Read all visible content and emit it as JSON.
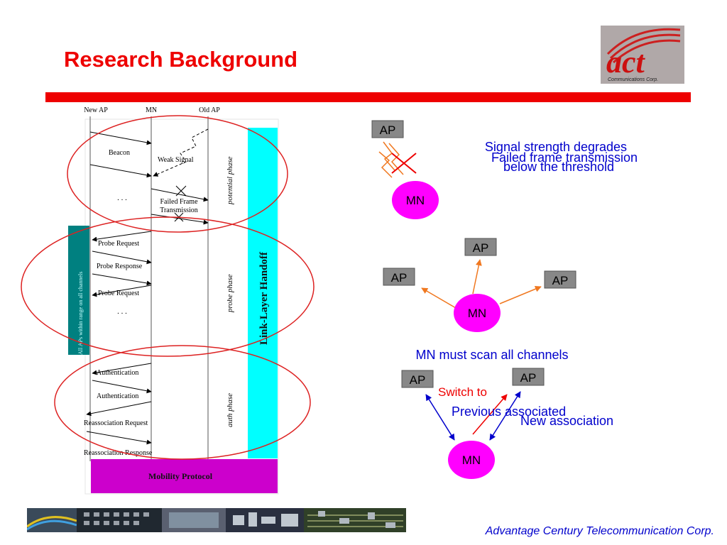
{
  "slide": {
    "title": "Research Background",
    "company": "Advantage Century Telecommunication Corp."
  },
  "logo": {
    "text": "act",
    "subtitle": "Communications Corp."
  },
  "sequence_diagram": {
    "entities": [
      "New AP",
      "MN",
      "Old AP"
    ],
    "messages": {
      "beacon": "Beacon",
      "weak_signal": "Weak Signal",
      "ellipsis": ". . .",
      "failed_frame_1": "Failed Frame",
      "failed_frame_2": "Transmission",
      "probe_request_1": "Probe Request",
      "probe_response": "Probe Response",
      "probe_request_2": "Probe Request",
      "authentication_1": "Authentication",
      "authentication_2": "Authentication",
      "reassociation_request": "Reassociation Request",
      "reassociation_response": "Reassociation Response"
    },
    "phases": {
      "potential": "potential phase",
      "probe": "probe phase",
      "auth": "auth phase"
    },
    "side_labels": {
      "all_aps": "All APs within range on all channels",
      "link_layer_handoff": "Link-Layer Handoff",
      "mobility_protocol": "Mobility Protocol"
    }
  },
  "scenarios": {
    "s1": {
      "ap": "AP",
      "mn": "MN",
      "caption_1a": "Signal strength degrades",
      "caption_1b": "below the threshold",
      "caption_2": "Failed frame transmission"
    },
    "s2": {
      "ap_top": "AP",
      "ap_left": "AP",
      "ap_right": "AP",
      "mn": "MN",
      "caption": "MN must scan all channels"
    },
    "s3": {
      "ap_left": "AP",
      "ap_right": "AP",
      "mn": "MN",
      "switch_to": "Switch to",
      "previous_associated": "Previous associated",
      "new_association": "New association"
    }
  },
  "colors": {
    "title_red": "#ee0000",
    "ellipse_red": "#dd2222",
    "node_magenta": "#ff00ff",
    "ap_gray": "#888888",
    "cyan_bar": "#00ffff",
    "teal_bar": "#008080",
    "mobility_purple": "#cc00cc",
    "arrow_orange": "#f07820",
    "arrow_blue": "#0000cc",
    "company_blue": "#0000cc"
  }
}
